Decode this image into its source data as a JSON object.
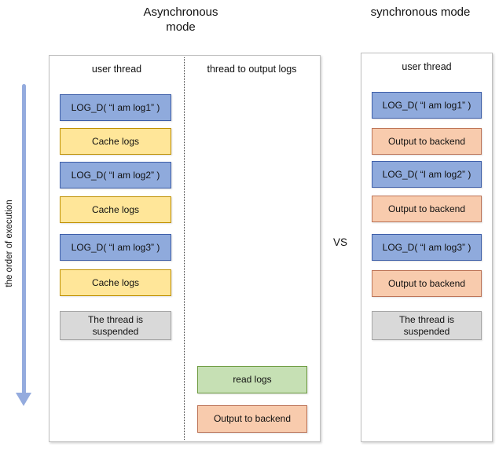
{
  "titles": {
    "left": "Asynchronous mode",
    "right": "synchronous mode",
    "vs": "VS"
  },
  "execution_axis": {
    "label": "the order of execution"
  },
  "left_panel": {
    "columns": [
      {
        "header": "user thread",
        "boxes": [
          {
            "label": "LOG_D( “I am log1” )",
            "kind": "log"
          },
          {
            "label": "Cache logs",
            "kind": "cache"
          },
          {
            "label": "LOG_D( “I am log2” )",
            "kind": "log"
          },
          {
            "label": "Cache logs",
            "kind": "cache"
          },
          {
            "label": "LOG_D( “I am log3” )",
            "kind": "log"
          },
          {
            "label": "Cache logs",
            "kind": "cache"
          },
          {
            "label": "The thread is suspended",
            "kind": "suspended"
          }
        ]
      },
      {
        "header": "thread to output logs",
        "boxes": [
          {
            "label": "read logs",
            "kind": "read"
          },
          {
            "label": "Output to backend",
            "kind": "output"
          }
        ]
      }
    ]
  },
  "right_panel": {
    "header": "user thread",
    "boxes": [
      {
        "label": "LOG_D( “I am log1” )",
        "kind": "log"
      },
      {
        "label": "Output to backend",
        "kind": "output"
      },
      {
        "label": "LOG_D( “I am log2” )",
        "kind": "log"
      },
      {
        "label": "Output to backend",
        "kind": "output"
      },
      {
        "label": "LOG_D( “I am log3” )",
        "kind": "log"
      },
      {
        "label": "Output to backend",
        "kind": "output"
      },
      {
        "label": "The thread is suspended",
        "kind": "suspended"
      }
    ]
  },
  "palette": {
    "log_fill": "#8faadc",
    "log_border": "#3e5fa9",
    "cache_fill": "#ffe699",
    "cache_border": "#bf9000",
    "suspended_fill": "#d9d9d9",
    "suspended_border": "#a6a6a6",
    "read_fill": "#c6e0b4",
    "read_border": "#6e9b41",
    "output_fill": "#f8cbad",
    "output_border": "#bd7457",
    "arrow": "#94abde",
    "panel_border": "#bfbfbf"
  }
}
